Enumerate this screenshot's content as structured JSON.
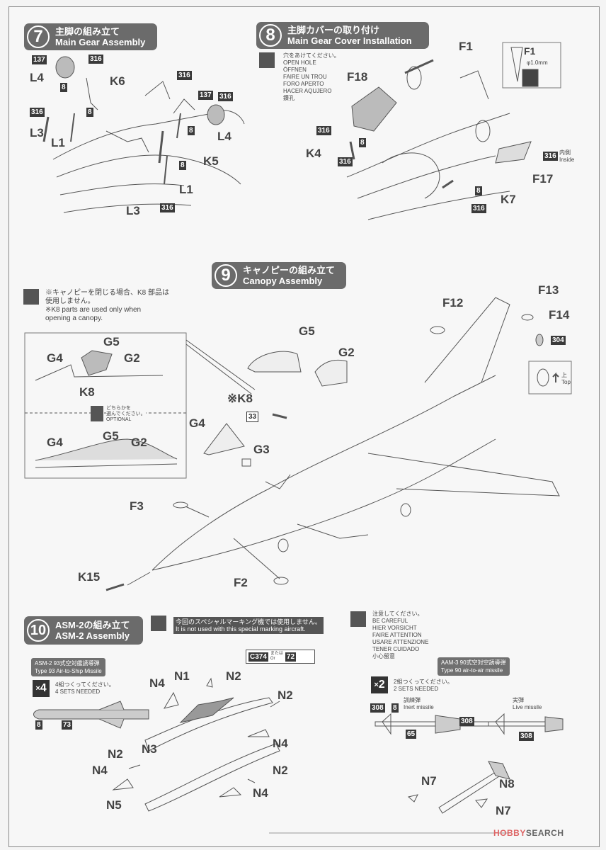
{
  "steps": {
    "s7": {
      "number": "7",
      "title_jp": "主脚の組み立て",
      "title_en": "Main Gear Assembly"
    },
    "s8": {
      "number": "8",
      "title_jp": "主脚カバーの取り付け",
      "title_en": "Main Gear Cover Installation"
    },
    "s9": {
      "number": "9",
      "title_jp": "キャノピーの組み立て",
      "title_en": "Canopy Assembly"
    },
    "s10": {
      "number": "10",
      "title_jp": "ASM-2の組み立て",
      "title_en": "ASM-2 Assembly"
    }
  },
  "step7": {
    "parts": [
      "L4",
      "K6",
      "L3",
      "L1",
      "L4",
      "K5",
      "L1",
      "L3"
    ],
    "colors": [
      "137",
      "316",
      "8",
      "8",
      "316",
      "316",
      "137",
      "316",
      "8",
      "8",
      "316"
    ]
  },
  "step8": {
    "open_hole": [
      "穴をあけてください。",
      "OPEN HOLE",
      "ÖFFNEN",
      "FAIRE UN TROU",
      "FORO APERTO",
      "HACER AQUJERO",
      "鑽孔"
    ],
    "drill_size": "φ1.0mm",
    "parts": [
      "F1",
      "F1",
      "F18",
      "K4",
      "F17",
      "K7"
    ],
    "colors": [
      "316",
      "8",
      "316",
      "316",
      "8",
      "316"
    ],
    "inside_jp": "内側",
    "inside_en": "Inside"
  },
  "step9": {
    "note_jp_1": "※キャノピーを閉じる場合、K8 部品は",
    "note_jp_2": "使用しません。",
    "note_en_1": "※K8 parts are used only when",
    "note_en_2": "opening a canopy.",
    "optional_jp_1": "どちらかを",
    "optional_jp_2": "選んでください。",
    "optional_en": "OPTIONAL",
    "inset_parts": [
      "G4",
      "G5",
      "G2",
      "K8",
      "G4",
      "G5",
      "G2"
    ],
    "parts": [
      "G5",
      "G2",
      "※K8",
      "G4",
      "G3",
      "F3",
      "K15",
      "F2",
      "F12",
      "F13",
      "F14"
    ],
    "colors": [
      "33",
      "304"
    ],
    "top_jp": "上",
    "top_en": "Top"
  },
  "step10": {
    "not_used_jp": "今回のスペシャルマーキング機では使用しません。",
    "not_used_en": "It is not used with this special marking aircraft.",
    "asm_badge_1": "ASM-2 93式空対艦誘導弾",
    "asm_badge_2": "Type 93 Air-to-Ship Missile",
    "asm_sets": "4",
    "asm_sets_jp": "4組つくってください。",
    "asm_sets_en": "4 SETS NEEDED",
    "asm_colors": [
      "8",
      "73"
    ],
    "c_code": "C374",
    "or_jp": "または",
    "or_en": "Or",
    "c_alt": "72",
    "parts": [
      "N4",
      "N1",
      "N2",
      "N2",
      "N3",
      "N4",
      "N2",
      "N2",
      "N4",
      "N4",
      "N5"
    ]
  },
  "careful": {
    "lines": [
      "注意してください。",
      "BE CAREFUL",
      "HIER VORSICHT",
      "FAIRE ATTENTION",
      "USARE ATTENZIONE",
      "TENER CUIDADO",
      "小心留意"
    ]
  },
  "aam": {
    "badge_1": "AAM-3 90式空対空誘導弾",
    "badge_2": "Type 90 air-to-air missile",
    "sets": "2",
    "sets_jp": "2組つくってください。",
    "sets_en": "2 SETS NEEDED",
    "inert_jp": "訓練弾",
    "inert_en": "Inert missile",
    "live_jp": "実弾",
    "live_en": "Live missile",
    "inert_colors": [
      "308",
      "8",
      "308",
      "65"
    ],
    "live_color": "308",
    "parts": [
      "N7",
      "N8",
      "N7"
    ]
  },
  "watermark": {
    "brand": "HOBBY",
    "suffix": "SEARCH"
  }
}
